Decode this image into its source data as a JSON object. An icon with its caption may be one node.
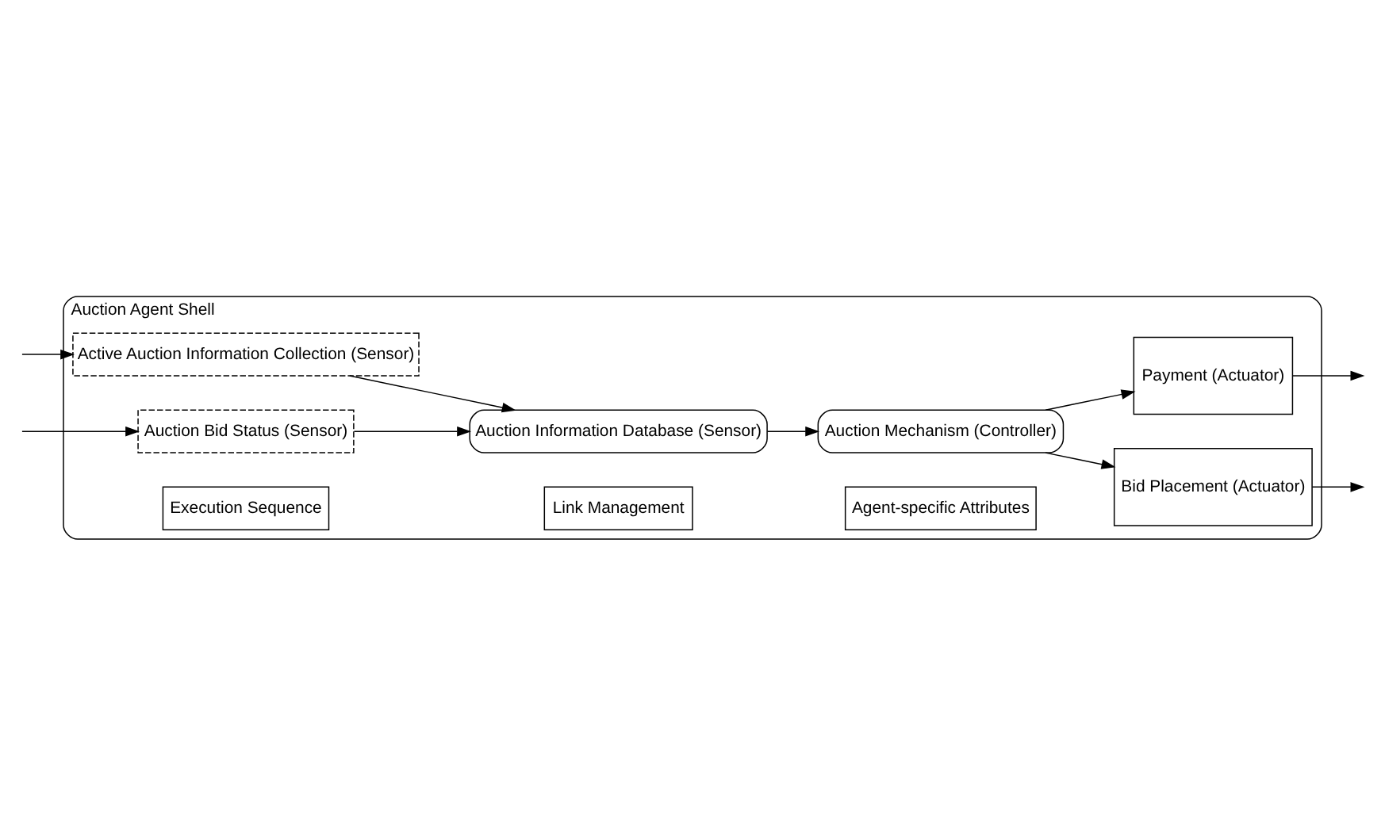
{
  "diagram": {
    "nodes": [
      {
        "text": [
          "Auction Agent Shell"
        ]
      },
      {
        "text": [
          "Active Auction Information Collection (Sensor)"
        ],
        "in": 0
      },
      {
        "text": [
          "Auction Bid Status (Sensor)"
        ],
        "in": 0
      },
      {
        "text": [
          "Auction Information Database (Sensor)"
        ],
        "in": 0
      },
      {
        "text": [
          "Auction Mechanism (Controller)"
        ],
        "in": 0
      },
      {
        "text": [
          "Payment (Actuator)"
        ],
        "in": 0
      },
      {
        "text": [
          "Bid Placement (Actuator)"
        ],
        "in": 0
      },
      {
        "text": [
          "Execution Sequence"
        ],
        "in": 0
      },
      {
        "text": [
          "Link Management"
        ],
        "in": 0
      },
      {
        "text": [
          "Agent-specific Attributes"
        ],
        "in": 0
      }
    ],
    "edges": [
      {
        "from": null,
        "to": 1,
        "arrow": "to"
      },
      {
        "from": null,
        "to": 2,
        "arrow": "to"
      },
      {
        "from": 1,
        "to": 3,
        "arrow": "to"
      },
      {
        "from": 2,
        "to": 3,
        "arrow": "to"
      },
      {
        "from": 3,
        "to": 4,
        "arrow": "to"
      },
      {
        "from": 4,
        "to": 5,
        "arrow": "to"
      },
      {
        "from": 4,
        "to": 6,
        "arrow": "to"
      },
      {
        "from": 5,
        "to": null,
        "arrow": "to"
      },
      {
        "from": 6,
        "to": null,
        "arrow": "to"
      }
    ]
  }
}
